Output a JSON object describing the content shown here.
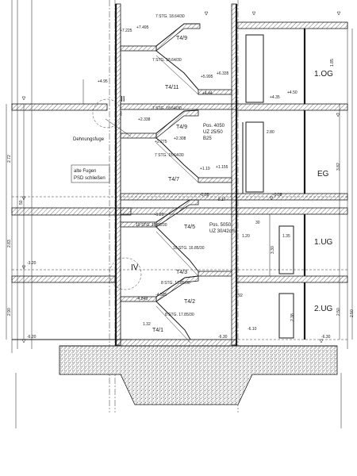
{
  "flights": [
    {
      "label": "T4/9",
      "spec": "7 STG. 18.64/30"
    },
    {
      "label": "T4/11",
      "spec": "7 STG. 18.64/30"
    },
    {
      "label": "T4/9",
      "spec": "7 STG. 18.64/30"
    },
    {
      "label": "T4/7",
      "spec": "7 STG. 15.64/30"
    },
    {
      "label": "T4/5",
      "spec": "10 STG. 18.80/30"
    },
    {
      "label": "T4/3",
      "spec": "10 STG. 16.85/30"
    },
    {
      "label": "T4/2",
      "spec": "8 STG. 17.85/30"
    },
    {
      "label": "T4/1",
      "spec": "8 STG. 17.85/30"
    }
  ],
  "floors": [
    "1.OG",
    "EG",
    "1.UG",
    "2.UG"
  ],
  "levels": {
    "top_a": "+7.225",
    "top_b": "+7.495",
    "a2": "+5.995",
    "a3": "+6.335",
    "b1": "+4.95",
    "b2": "+4.44",
    "b3": "+4.50",
    "b4": "+4.35",
    "c1": "+2.338",
    "c2": "+2.275",
    "c3": "+2.308",
    "d1": "+1.19",
    "d2": "+1.155",
    "e1": "-0.08",
    "e2": "-0.17",
    "e3": "-0.08",
    "f1": "-1.21",
    "f2": "-3.20",
    "g1": "-4.849",
    "g2": "-4.505",
    "h1": "-6.10",
    "h2": "-6.20",
    "h3": "-6.30",
    "h4": "-6.30"
  },
  "notes": {
    "fuge": "Dehnungsfuge",
    "alte_line1": "alte Fugen",
    "alte_line2": "PSD schließen",
    "pos1_line1": "Pos. 4050",
    "pos1_line2": "UZ 25/50",
    "pos1_line3": "B25",
    "pos2_line1": "Pos. 5050",
    "pos2_line2": "UZ 30/42cm",
    "detail2": "II",
    "detail4": "IV"
  },
  "dims": {
    "d1": "1.85",
    "d2": "2.80",
    "d3": "3.82",
    "d4": "2.72",
    "d5": "2.83",
    "d6": "2.50",
    "d7": "2.90",
    "d8": "1.20",
    "d9": "1.35",
    "d10": "1.92",
    "d11": "1.32",
    "d12": "3.30",
    "d13": "2.38",
    "d14": "2.50",
    "d15": "30",
    "d16": "50"
  }
}
